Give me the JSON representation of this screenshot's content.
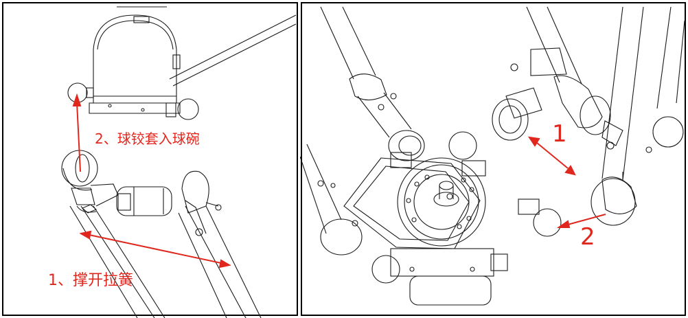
{
  "left_panel": {
    "step_open_spring": "1、撑开拉簧",
    "step_ball_into_socket": "2、球铰套入球碗"
  },
  "right_panel": {
    "marker_1": "1",
    "marker_2": "2"
  },
  "colors": {
    "annotation_red": "#e0271e",
    "line_art": "#1a1a1a",
    "frame_border": "#000000"
  }
}
